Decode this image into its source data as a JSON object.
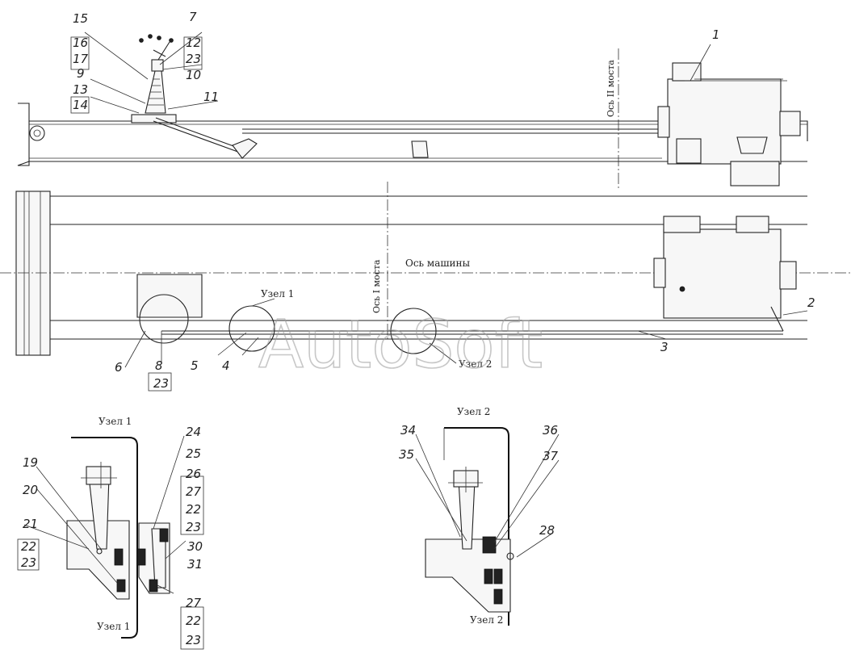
{
  "watermark": "AutoSoft",
  "captions": {
    "axis_bridge_2": "Ось II моста",
    "axis_bridge_1": "Ось I моста",
    "axis_machine": "Ось машины",
    "node1_top": "Узел 1",
    "node2_top": "Узел 2",
    "node1_detail": "Узел 1",
    "node1_detail_bottom": "Узел 1",
    "node2_detail": "Узел 2",
    "node2_detail_bottom": "Узел 2"
  },
  "callouts": {
    "top_left": [
      "15",
      "16",
      "17",
      "9",
      "13",
      "14"
    ],
    "top_left_boxed": [
      "16",
      "17",
      "14"
    ],
    "top_right": [
      "7",
      "12",
      "23",
      "10",
      "11"
    ],
    "top_right_boxed": [
      "12",
      "23"
    ],
    "n1": "1",
    "n2": "2",
    "n3": "3",
    "n4": "4",
    "n5": "5",
    "n6": "6",
    "n8": "8",
    "n8_box": "23",
    "uz1_left": [
      "19",
      "20",
      "21",
      "22",
      "23"
    ],
    "uz1_right": [
      "24",
      "25",
      "26",
      "27",
      "22",
      "23",
      "30",
      "31",
      "27",
      "22",
      "23"
    ],
    "uz2": [
      "34",
      "35",
      "36",
      "37",
      "28"
    ]
  }
}
